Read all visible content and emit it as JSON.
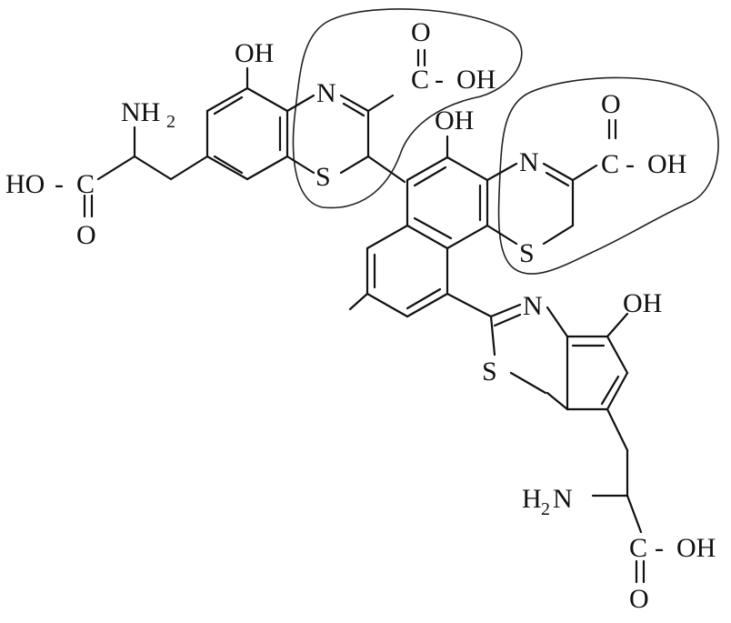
{
  "labels": {
    "oh": "OH",
    "o": "O",
    "n": "N",
    "s": "S",
    "c": "C",
    "h": "H",
    "ho": "HO",
    "dash": "-",
    "nh_n": "NH",
    "nh_sub": "2",
    "h2n_h": "H",
    "h2n_sub": "2",
    "h2n_n": "N"
  },
  "colors": {
    "ink": "#111111",
    "background": "#ffffff"
  }
}
